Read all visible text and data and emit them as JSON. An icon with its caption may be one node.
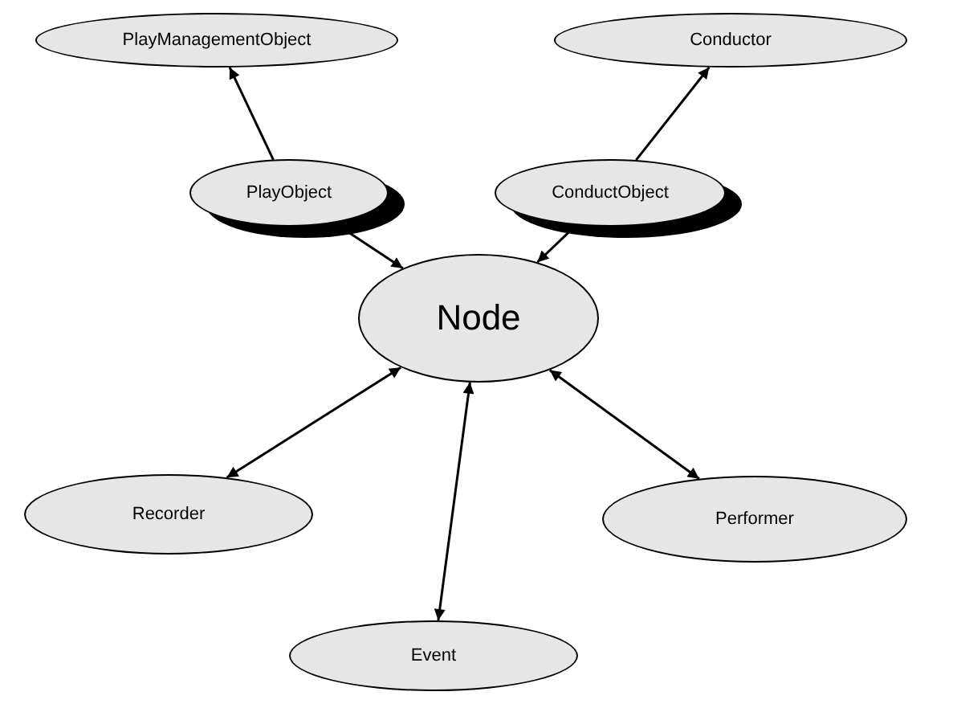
{
  "diagram": {
    "nodes": [
      {
        "text": [
          "PlayManagementObject"
        ]
      },
      {
        "text": [
          "Conductor"
        ]
      },
      {
        "text": [
          "PlayObject"
        ]
      },
      {
        "text": [
          "ConductObject"
        ]
      },
      {
        "text": [
          "Node"
        ]
      },
      {
        "text": [
          "Recorder"
        ]
      },
      {
        "text": [
          "Performer"
        ]
      },
      {
        "text": [
          "Event"
        ]
      }
    ],
    "edges": [
      {
        "from": 2,
        "to": 0,
        "arrow": "to"
      },
      {
        "from": 3,
        "to": 1,
        "arrow": "to"
      },
      {
        "from": 2,
        "to": 4,
        "arrow": "to"
      },
      {
        "from": 3,
        "to": 4,
        "arrow": "to"
      },
      {
        "from": 4,
        "to": 5,
        "arrow": "both"
      },
      {
        "from": 4,
        "to": 7,
        "arrow": "both"
      },
      {
        "from": 4,
        "to": 6,
        "arrow": "both"
      }
    ]
  }
}
